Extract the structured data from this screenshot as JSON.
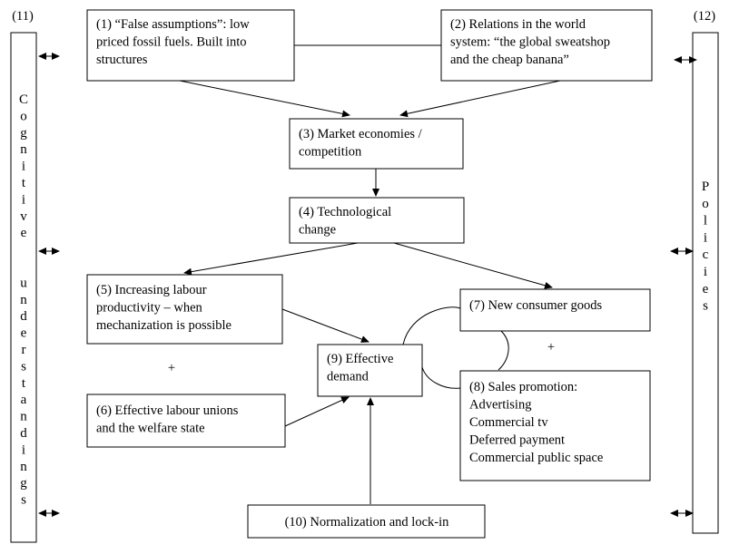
{
  "boxes": {
    "b1": [
      "(1) “False assumptions”: low",
      "priced fossil fuels. Built into",
      "structures"
    ],
    "b2": [
      "(2) Relations in the world",
      "system: “the global sweatshop",
      "and the cheap banana”"
    ],
    "b3": [
      "(3) Market economies /",
      "competition"
    ],
    "b4": [
      "(4) Technological",
      "change"
    ],
    "b5": [
      "(5) Increasing labour",
      "productivity – when",
      "mechanization is possible"
    ],
    "b6": [
      "(6) Effective labour unions",
      "and the welfare state"
    ],
    "b7": [
      "(7) New consumer goods"
    ],
    "b8": [
      "(8) Sales promotion:",
      "Advertising",
      "Commercial tv",
      "Deferred payment",
      "Commercial public space"
    ],
    "b9": [
      "(9) Effective",
      "demand"
    ],
    "b10": [
      "(10) Normalization and lock-in"
    ]
  },
  "side": {
    "left_number": "(11)",
    "left_text": "Cognitive  understandings",
    "right_number": "(12)",
    "right_text": "Policies"
  },
  "plus_signs": [
    "+",
    "+"
  ]
}
